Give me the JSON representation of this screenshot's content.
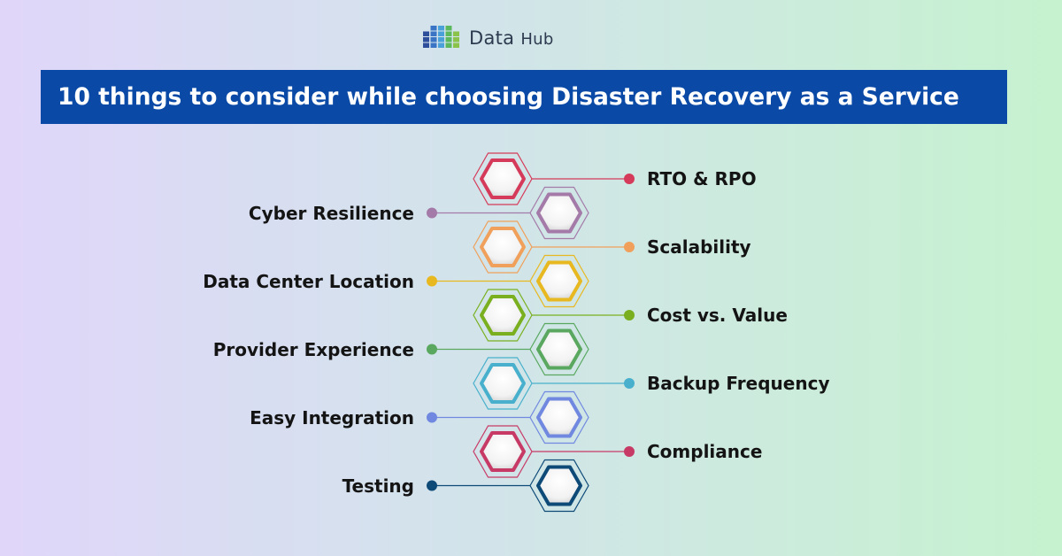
{
  "brand": {
    "name": "Data",
    "suffix": "Hub",
    "colors": [
      "#2e4e9c",
      "#3a74c4",
      "#4aa0d8",
      "#5cb85c",
      "#8bc34a"
    ]
  },
  "banner": {
    "title": "10 things to consider while choosing Disaster Recovery as a Service",
    "color": "#0a4aa6"
  },
  "items": [
    {
      "label": "RTO & RPO",
      "side": "right",
      "color": "#d63a5a"
    },
    {
      "label": "Cyber Resilience",
      "side": "left",
      "color": "#a47aa8"
    },
    {
      "label": "Scalability",
      "side": "right",
      "color": "#f0a05a"
    },
    {
      "label": "Data Center Location",
      "side": "left",
      "color": "#e8b820"
    },
    {
      "label": "Cost vs. Value",
      "side": "right",
      "color": "#7ab020"
    },
    {
      "label": "Provider Experience",
      "side": "left",
      "color": "#5aa860"
    },
    {
      "label": "Backup Frequency",
      "side": "right",
      "color": "#48b0cc"
    },
    {
      "label": "Easy Integration",
      "side": "left",
      "color": "#7088e0"
    },
    {
      "label": "Compliance",
      "side": "right",
      "color": "#c83a66"
    },
    {
      "label": "Testing",
      "side": "left",
      "color": "#0e4a78"
    }
  ]
}
